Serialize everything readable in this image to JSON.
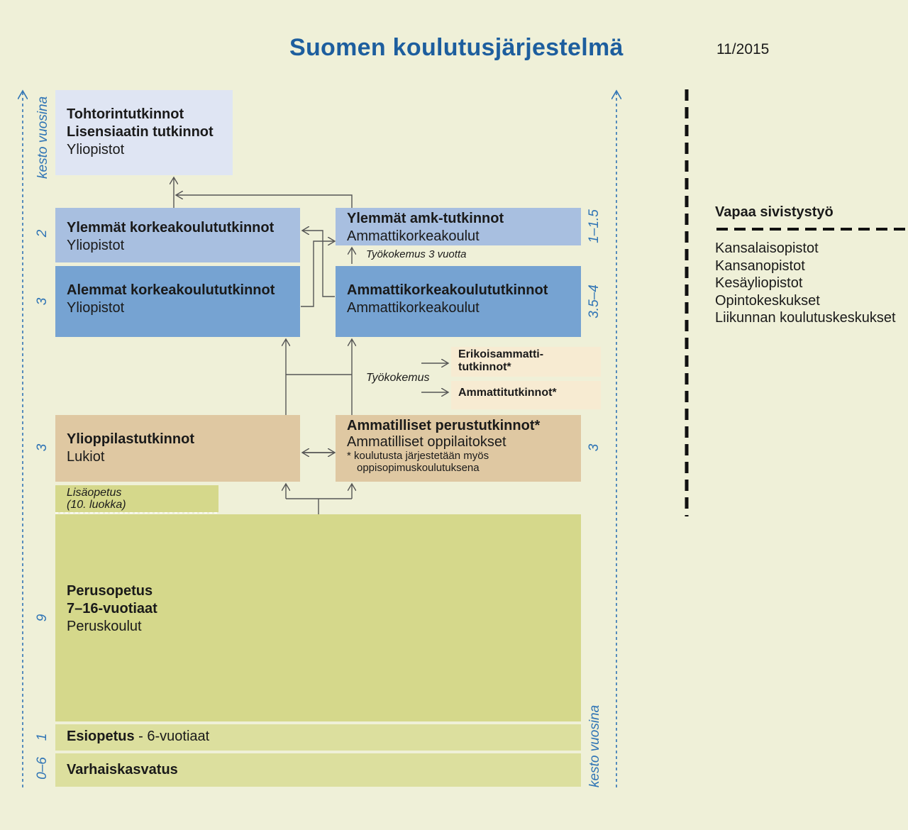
{
  "title": "Suomen koulutusjärjestelmä",
  "date": "11/2015",
  "axis_label": "kesto vuosina",
  "boxes": {
    "tohtori": {
      "line1": "Tohtorintutkinnot",
      "line2": "Lisensiaatin tutkinnot",
      "line3": "Yliopistot",
      "color": "#dfe5f3"
    },
    "ylemmat_kk": {
      "line1": "Ylemmät korkeakoulututkinnot",
      "line2": "Yliopistot",
      "years": "2",
      "color": "#a8bfe0"
    },
    "ylemmat_amk": {
      "line1": "Ylemmät amk-tutkinnot",
      "line2": "Ammattikorkeakoulut",
      "years": "1–1.5",
      "color": "#a8bfe0"
    },
    "alemmat_kk": {
      "line1": "Alemmat korkeakoulututkinnot",
      "line2": "Yliopistot",
      "years": "3",
      "color": "#76a3d2"
    },
    "amk": {
      "line1": "Ammattikorkeakoulututkinnot",
      "line2": "Ammattikorkeakoulut",
      "years": "3.5–4",
      "color": "#76a3d2"
    },
    "erikois": {
      "line1": "Erikoisammatti-",
      "line2": "tutkinnot*",
      "color": "#f7ebd2"
    },
    "ammatti": {
      "line1": "Ammattitutkinnot*",
      "color": "#f7ebd2"
    },
    "ylioppilas": {
      "line1": "Ylioppilastutkinnot",
      "line2": "Lukiot",
      "years": "3",
      "color": "#dfc8a2"
    },
    "ammatilliset": {
      "line1": "Ammatilliset perustutkinnot*",
      "line2": "Ammatilliset oppilaitokset",
      "note1": "*  koulutusta järjestetään myös",
      "note2": "oppisopimuskoulutuksena",
      "years": "3",
      "color": "#dfc8a2"
    },
    "lisaopetus": {
      "line1": "Lisäopetus",
      "line2": "(10. luokka)",
      "color": "#d5d88b"
    },
    "perusopetus": {
      "line1": "Perusopetus",
      "line2": "7–16-vuotiaat",
      "line3": "Peruskoulut",
      "years": "9",
      "color": "#d5d88b"
    },
    "esiopetus": {
      "bold": "Esiopetus",
      "rest": " - 6-vuotiaat",
      "years": "1",
      "color": "#dcdf9e"
    },
    "varhais": {
      "line1": "Varhaiskasvatus",
      "years": "0–6",
      "color": "#dcdf9e"
    }
  },
  "labels": {
    "tyokokemus3": "Työkokemus 3 vuotta",
    "tyokokemus": "Työkokemus"
  },
  "vapaa": {
    "title": "Vapaa sivistystyö",
    "items": [
      "Kansalaisopistot",
      "Kansanopistot",
      "Kesäyliopistot",
      "Opintokeskukset",
      "Liikunnan koulutuskeskukset"
    ]
  }
}
